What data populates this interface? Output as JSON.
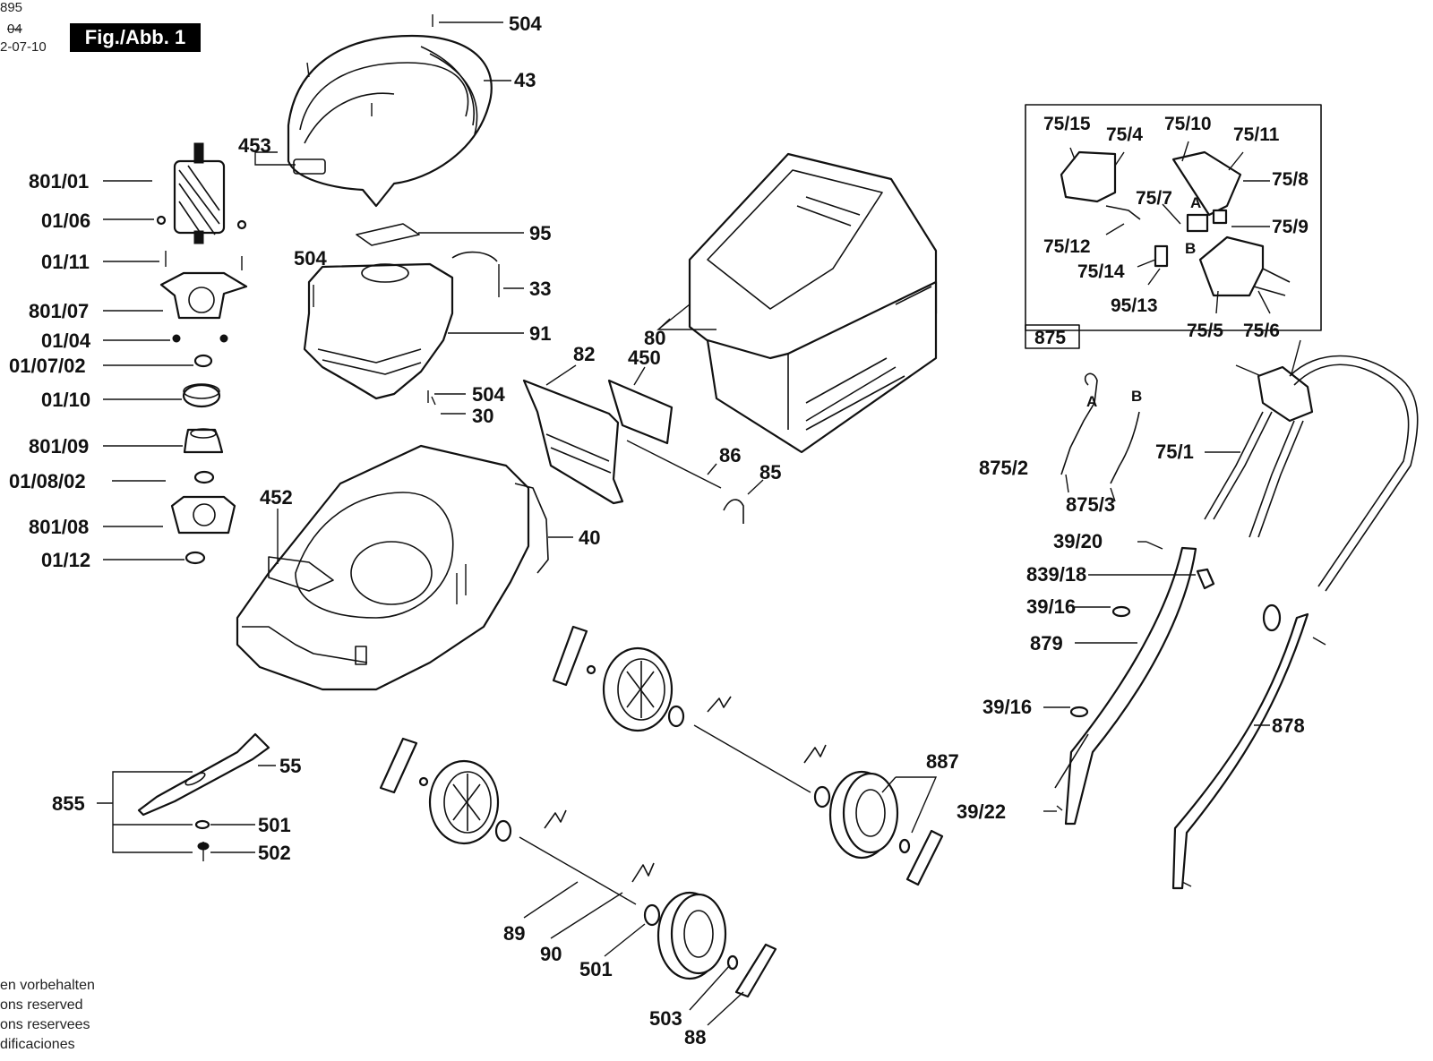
{
  "header": {
    "doc_number": "895",
    "revision_struck": "04",
    "date": "2-07-10",
    "figure_label": "Fig./Abb. 1"
  },
  "footer": {
    "line1": "en vorbehalten",
    "line2": "ons reserved",
    "line3": "ons reservees",
    "line4": "dificaciones"
  },
  "inset": {
    "label": "875"
  },
  "part_labels": {
    "p504a": "504",
    "p43": "43",
    "p453": "453",
    "p801_01": "801/01",
    "p01_06": "01/06",
    "p01_11": "01/11",
    "p801_07": "801/07",
    "p01_04": "01/04",
    "p01_07_02": "01/07/02",
    "p01_10": "01/10",
    "p801_09": "801/09",
    "p01_08_02": "01/08/02",
    "p801_08": "801/08",
    "p01_12": "01/12",
    "p95": "95",
    "p504b": "504",
    "p33": "33",
    "p91": "91",
    "p504c": "504",
    "p30": "30",
    "p452": "452",
    "p40": "40",
    "p82": "82",
    "p450": "450",
    "p80": "80",
    "p86": "86",
    "p85": "85",
    "p75_15": "75/15",
    "p75_4": "75/4",
    "p75_10": "75/10",
    "p75_11": "75/11",
    "p75_8": "75/8",
    "p75_7": "75/7",
    "p75_9": "75/9",
    "p75_12": "75/12",
    "p75_14": "75/14",
    "p95_13": "95/13",
    "p75_5": "75/5",
    "p75_6": "75/6",
    "pA1": "A",
    "pB1": "B",
    "p875_2": "875/2",
    "p875_3": "875/3",
    "pA2": "A",
    "pB2": "B",
    "p75_1": "75/1",
    "p39_20": "39/20",
    "p839_18": "839/18",
    "p39_16a": "39/16",
    "p879": "879",
    "p39_16b": "39/16",
    "p878": "878",
    "p887": "887",
    "p39_22": "39/22",
    "p855": "855",
    "p55": "55",
    "p501a": "501",
    "p502": "502",
    "p89": "89",
    "p90": "90",
    "p501b": "501",
    "p503": "503",
    "p88": "88"
  }
}
